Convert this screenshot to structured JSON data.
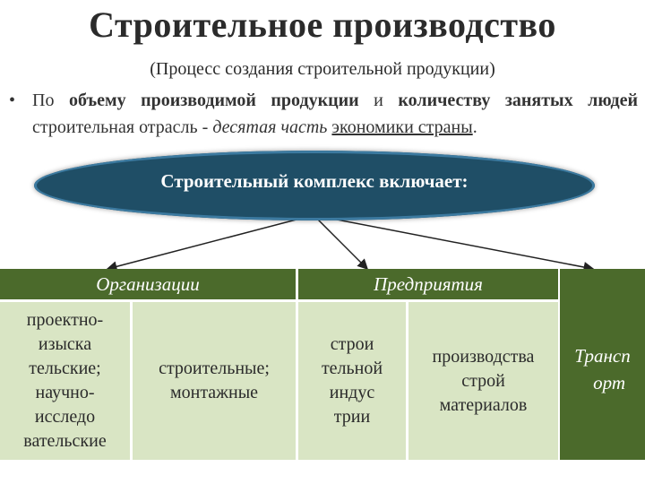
{
  "title": "Строительное производство",
  "subtitle": "(Процесс создания строительной продукции)",
  "bullet": {
    "marker": "•",
    "part1": "По ",
    "bold1": "объему производимой продукции",
    "part2": " и ",
    "bold2": "количеству занятых людей",
    "part3": " строительная отрасль - ",
    "italic": "десятая часть",
    "part4": " ",
    "underlined": "экономики страны",
    "end": "."
  },
  "ellipse_label": "Строительный комплекс включает:",
  "headers": {
    "organizations": "Организации",
    "enterprises": "Предприятия"
  },
  "cells": {
    "design": [
      "проектно-",
      "изыска",
      "тельские;",
      "научно-",
      "исследо",
      "вательские"
    ],
    "construction": [
      "строительные;",
      "монтажные"
    ],
    "industry": [
      "строи",
      "тельной",
      "индус",
      "трии"
    ],
    "materials": [
      "производства",
      "строй",
      "материалов"
    ]
  },
  "transport": [
    "Трансп",
    "орт"
  ],
  "colors": {
    "ellipse": "#1f4e66",
    "header": "#4b6a2b",
    "cell": "#d9e5c4"
  }
}
